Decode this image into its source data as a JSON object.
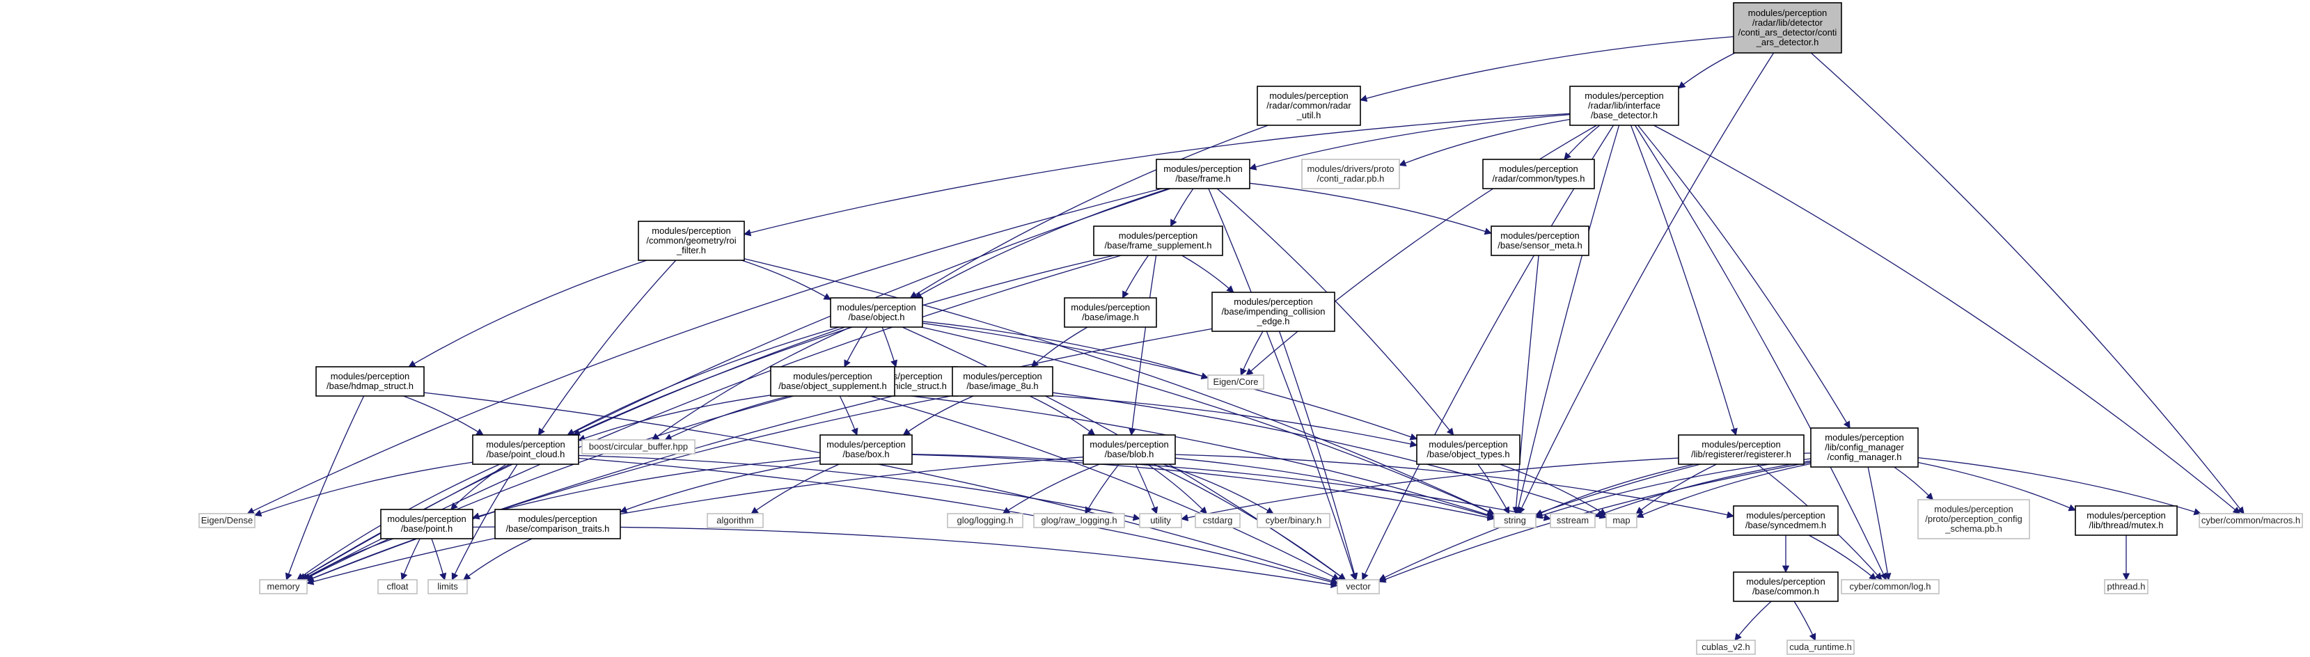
{
  "colors": {
    "edge": "#191970",
    "root_fill": "#bfbfbf",
    "box_stroke": "#000000",
    "external_stroke": "#bfbfbf",
    "fill": "#ffffff"
  },
  "nodes": {
    "root": [
      "modules/perception",
      "/radar/lib/detector",
      "/conti_ars_detector/conti",
      "_ars_detector.h"
    ],
    "radar_util": [
      "modules/perception",
      "/radar/common/radar",
      "_util.h"
    ],
    "base_detector": [
      "modules/perception",
      "/radar/lib/interface",
      "/base_detector.h"
    ],
    "frame": [
      "modules/perception",
      "/base/frame.h"
    ],
    "conti_radar_pb": [
      "modules/drivers/proto",
      "/conti_radar.pb.h"
    ],
    "radar_types": [
      "modules/perception",
      "/radar/common/types.h"
    ],
    "roi_filter": [
      "modules/perception",
      "/common/geometry/roi",
      "_filter.h"
    ],
    "frame_supplement": [
      "modules/perception",
      "/base/frame_supplement.h"
    ],
    "sensor_meta": [
      "modules/perception",
      "/base/sensor_meta.h"
    ],
    "image": [
      "modules/perception",
      "/base/image.h"
    ],
    "impending_collision": [
      "modules/perception",
      "/base/impending_collision",
      "_edge.h"
    ],
    "object": [
      "modules/perception",
      "/base/object.h"
    ],
    "eigen_core": [
      "Eigen/Core"
    ],
    "vehicle_struct": [
      "modules/perception",
      "/base/vehicle_struct.h"
    ],
    "hdmap_struct": [
      "modules/perception",
      "/base/hdmap_struct.h"
    ],
    "object_supplement": [
      "modules/perception",
      "/base/object_supplement.h"
    ],
    "image_8u": [
      "modules/perception",
      "/base/image_8u.h"
    ],
    "circular_buffer": [
      "boost/circular_buffer.hpp"
    ],
    "point_cloud": [
      "modules/perception",
      "/base/point_cloud.h"
    ],
    "box": [
      "modules/perception",
      "/base/box.h"
    ],
    "blob": [
      "modules/perception",
      "/base/blob.h"
    ],
    "object_types": [
      "modules/perception",
      "/base/object_types.h"
    ],
    "registerer": [
      "modules/perception",
      "/lib/registerer/registerer.h"
    ],
    "config_manager": [
      "modules/perception",
      "/lib/config_manager",
      "/config_manager.h"
    ],
    "eigen_dense": [
      "Eigen/Dense"
    ],
    "point": [
      "modules/perception",
      "/base/point.h"
    ],
    "comparison_traits": [
      "modules/perception",
      "/base/comparison_traits.h"
    ],
    "algorithm": [
      "algorithm"
    ],
    "glog_logging": [
      "glog/logging.h"
    ],
    "glog_raw_logging": [
      "glog/raw_logging.h"
    ],
    "utility": [
      "utility"
    ],
    "cstdarg": [
      "cstdarg"
    ],
    "cyber_binary": [
      "cyber/binary.h"
    ],
    "string": [
      "string"
    ],
    "sstream": [
      "sstream"
    ],
    "map": [
      "map"
    ],
    "syncedmem": [
      "modules/perception",
      "/base/syncedmem.h"
    ],
    "perception_config_schema": [
      "modules/perception",
      "/proto/perception_config",
      "_schema.pb.h"
    ],
    "thread_mutex": [
      "modules/perception",
      "/lib/thread/mutex.h"
    ],
    "cyber_macros": [
      "cyber/common/macros.h"
    ],
    "memory": [
      "memory"
    ],
    "cfloat": [
      "cfloat"
    ],
    "limits": [
      "limits"
    ],
    "vector": [
      "vector"
    ],
    "cyber_log": [
      "cyber/common/log.h"
    ],
    "pthread": [
      "pthread.h"
    ],
    "base_common": [
      "modules/perception",
      "/base/common.h"
    ],
    "cublas": [
      "cublas_v2.h"
    ],
    "cuda_runtime": [
      "cuda_runtime.h"
    ]
  }
}
